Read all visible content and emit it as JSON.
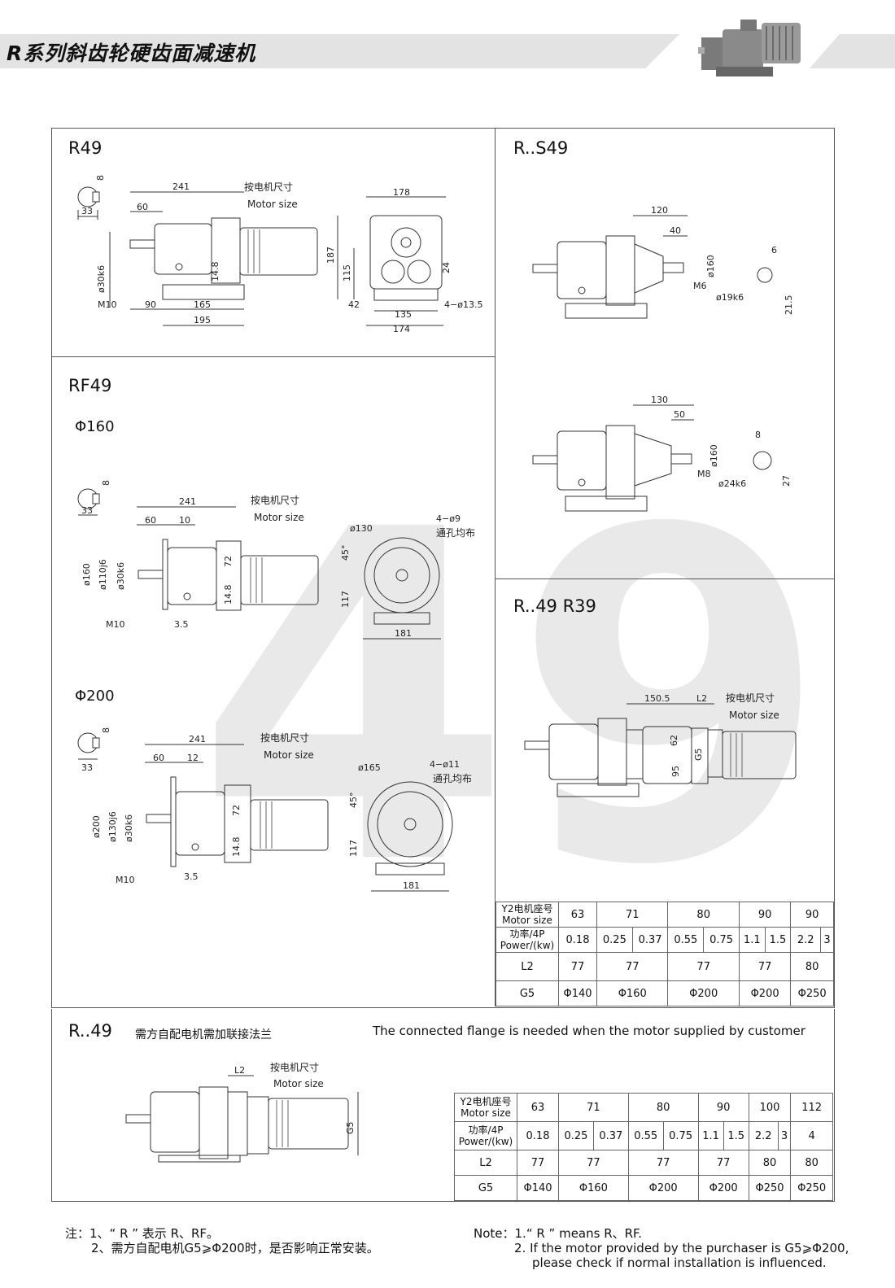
{
  "header": {
    "title": "R系列斜齿轮硬齿面减速机"
  },
  "watermark": "49",
  "sections": {
    "r49": {
      "title": "R49"
    },
    "rs49": {
      "title": "R..S49"
    },
    "rf49": {
      "title": "RF49",
      "sub1": "Φ160",
      "sub2": "Φ200"
    },
    "r49r39": {
      "title": "R..49   R39"
    },
    "r49flange": {
      "title": "R..49",
      "cn_note": "需方自配电机需加联接法兰",
      "en_note": "The connected flange is needed when the motor supplied by customer"
    }
  },
  "labels": {
    "motor_cn": "按电机尺寸",
    "motor_en": "Motor size",
    "holes_cn": "通孔均布"
  },
  "dims": {
    "r49": {
      "d241": "241",
      "d60": "60",
      "d8": "8",
      "d33": "33",
      "d178": "178",
      "d187": "187",
      "d115": "115",
      "d24": "24",
      "d148": "14.8",
      "d30k6": "ø30k6",
      "m10": "M10",
      "d90": "90",
      "d165": "165",
      "d195": "195",
      "d42": "42",
      "d135": "135",
      "d174": "174",
      "holes": "4−ø13.5"
    },
    "rs49a": {
      "d120": "120",
      "d40": "40",
      "d160": "ø160",
      "m6": "M6",
      "d19": "ø19k6",
      "d6": "6",
      "d215": "21.5"
    },
    "rs49b": {
      "d130": "130",
      "d50": "50",
      "d160": "ø160",
      "m8": "M8",
      "d24": "ø24k6",
      "d8": "8",
      "d27": "27"
    },
    "rf160": {
      "d241": "241",
      "d60": "60",
      "d10": "10",
      "d8": "8",
      "d33": "33",
      "d160": "ø160",
      "d110": "ø110j6",
      "d30": "ø30k6",
      "m10": "M10",
      "d35": "3.5",
      "d72": "72",
      "d148": "14.8",
      "d130": "ø130",
      "holes": "4−ø9",
      "d45": "45°",
      "d117": "117",
      "d181": "181"
    },
    "rf200": {
      "d241": "241",
      "d60": "60",
      "d12": "12",
      "d8": "8",
      "d33": "33",
      "d200": "ø200",
      "d130": "ø130j6",
      "d30": "ø30k6",
      "m10": "M10",
      "d35": "3.5",
      "d72": "72",
      "d148": "14.8",
      "d165": "ø165",
      "holes": "4−ø11",
      "d45": "45°",
      "d117": "117",
      "d181": "181"
    },
    "r39": {
      "d1505": "150.5",
      "l2": "L2",
      "d62": "62",
      "d95": "95",
      "g5": "G5"
    },
    "flange": {
      "l2": "L2",
      "g5": "G5"
    }
  },
  "table1": {
    "head_cn": "Y2电机座号",
    "head_en": "Motor size",
    "power_cn": "功率/4P",
    "power_en": "Power/(kw)",
    "row_l2": "L2",
    "row_g5": "G5",
    "motor": [
      "63",
      "71",
      "80",
      "90",
      "90"
    ],
    "power": [
      "0.18",
      "0.25",
      "0.37",
      "0.55",
      "0.75",
      "1.1",
      "1.5",
      "2.2",
      "3"
    ],
    "l2": [
      "77",
      "77",
      "77",
      "77",
      "80"
    ],
    "g5": [
      "Φ140",
      "Φ160",
      "Φ200",
      "Φ200",
      "Φ250"
    ]
  },
  "table2": {
    "head_cn": "Y2电机座号",
    "head_en": "Motor size",
    "power_cn": "功率/4P",
    "power_en": "Power/(kw)",
    "row_l2": "L2",
    "row_g5": "G5",
    "motor": [
      "63",
      "71",
      "80",
      "90",
      "100",
      "112"
    ],
    "power": [
      "0.18",
      "0.25",
      "0.37",
      "0.55",
      "0.75",
      "1.1",
      "1.5",
      "2.2",
      "3",
      "4"
    ],
    "l2": [
      "77",
      "77",
      "77",
      "77",
      "80",
      "80"
    ],
    "g5": [
      "Φ140",
      "Φ160",
      "Φ200",
      "Φ200",
      "Φ250",
      "Φ250"
    ]
  },
  "notes": {
    "cn_1": "注：1、“ R ” 表示 R、RF。",
    "cn_2": "2、需方自配电机G5⩾Φ200时，是否影响正常安装。",
    "en_1": "Note：1.“ R ” means  R、RF.",
    "en_2": "2.  If the motor provided by the purchaser is G5⩾Φ200,",
    "en_3": "please check if normal installation is influenced."
  }
}
